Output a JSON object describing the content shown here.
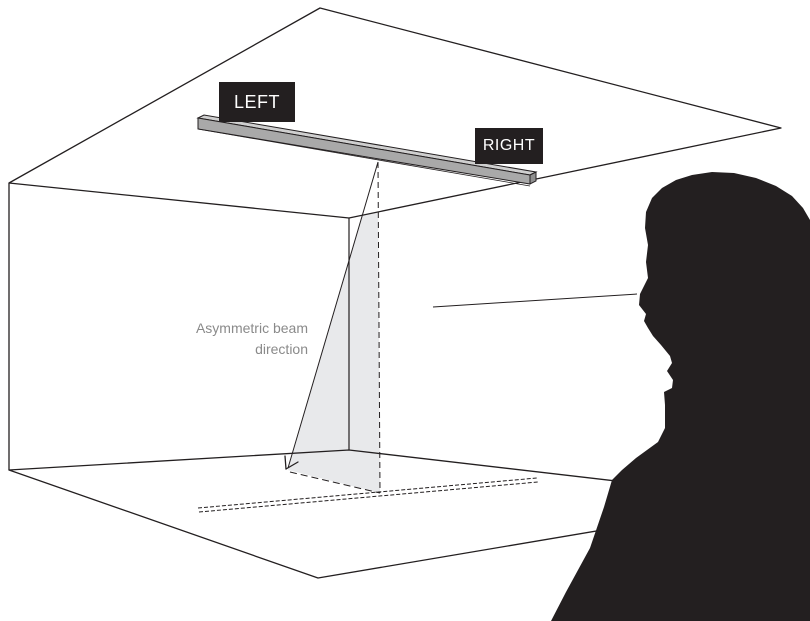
{
  "labels": {
    "left": "LEFT",
    "right": "RIGHT"
  },
  "annotation": {
    "line1": "Asymmetric beam",
    "line2": "direction"
  },
  "colors": {
    "ink": "#231f20",
    "fixture_body": "#a9a9a9",
    "beam_fill": "#e4e5e7",
    "annotation_text": "#8a8a8a"
  },
  "icons": {
    "person": "person-silhouette-icon",
    "beam_arrow": "arrow-down-left-icon"
  }
}
